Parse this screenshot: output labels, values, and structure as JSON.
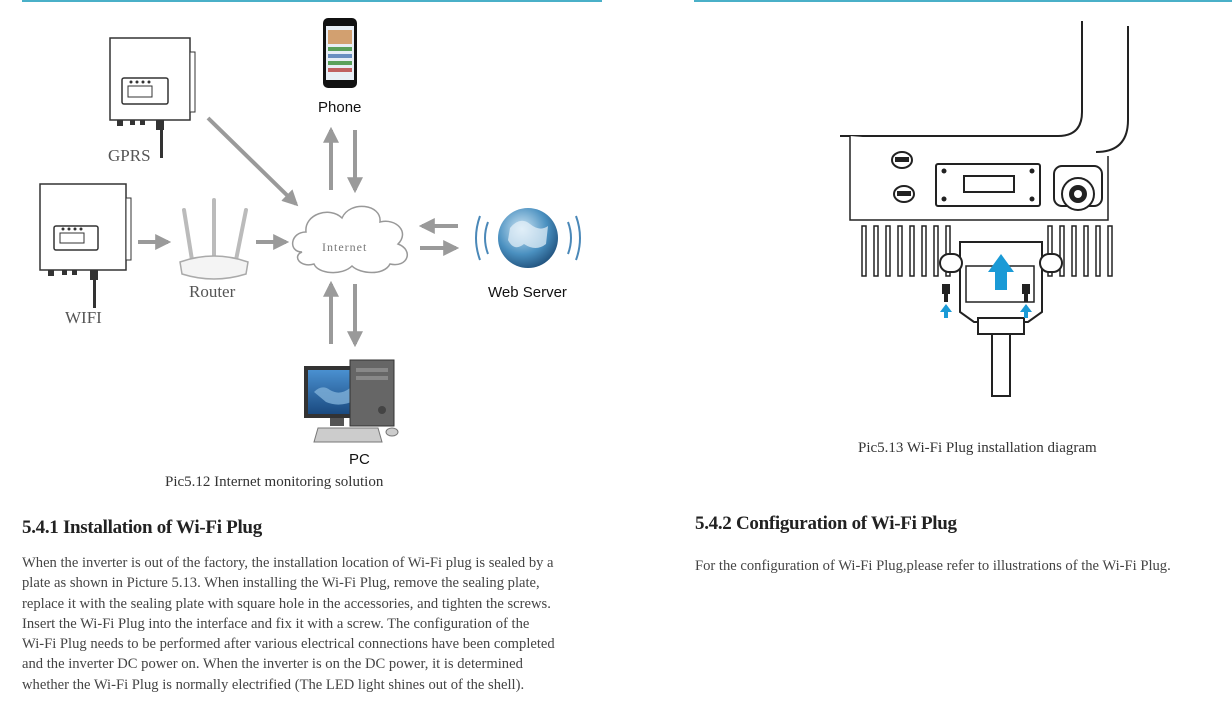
{
  "left_figure": {
    "labels": {
      "gprs": "GPRS",
      "wifi": "WIFI",
      "router": "Router",
      "internet": "Internet",
      "phone": "Phone",
      "web_server": "Web Server",
      "pc": "PC"
    },
    "caption": "Pic5.12 Internet monitoring solution"
  },
  "right_figure": {
    "caption": "Pic5.13 Wi-Fi Plug installation diagram"
  },
  "section_541": {
    "heading": "5.4.1 Installation of Wi-Fi Plug",
    "lines": [
      "When the inverter is out of the factory, the installation location of Wi-Fi plug is sealed by a",
      "plate as shown in Picture 5.13. When installing the Wi-Fi Plug, remove the sealing plate,",
      "replace it with the sealing plate with square hole in the accessories, and tighten the screws.",
      "Insert the Wi-Fi Plug into the interface and fix it with a screw. The configuration of the",
      "Wi-Fi Plug needs to be performed after various electrical connections have been completed",
      "and the inverter DC power on. When the inverter is on the DC power, it is determined",
      "whether the Wi-Fi Plug is normally electrified (The LED light shines out of the shell)."
    ]
  },
  "section_542": {
    "heading": "5.4.2 Configuration of Wi-Fi Plug",
    "text": "For the configuration of Wi-Fi Plug,please refer to illustrations of  the Wi-Fi Plug."
  }
}
